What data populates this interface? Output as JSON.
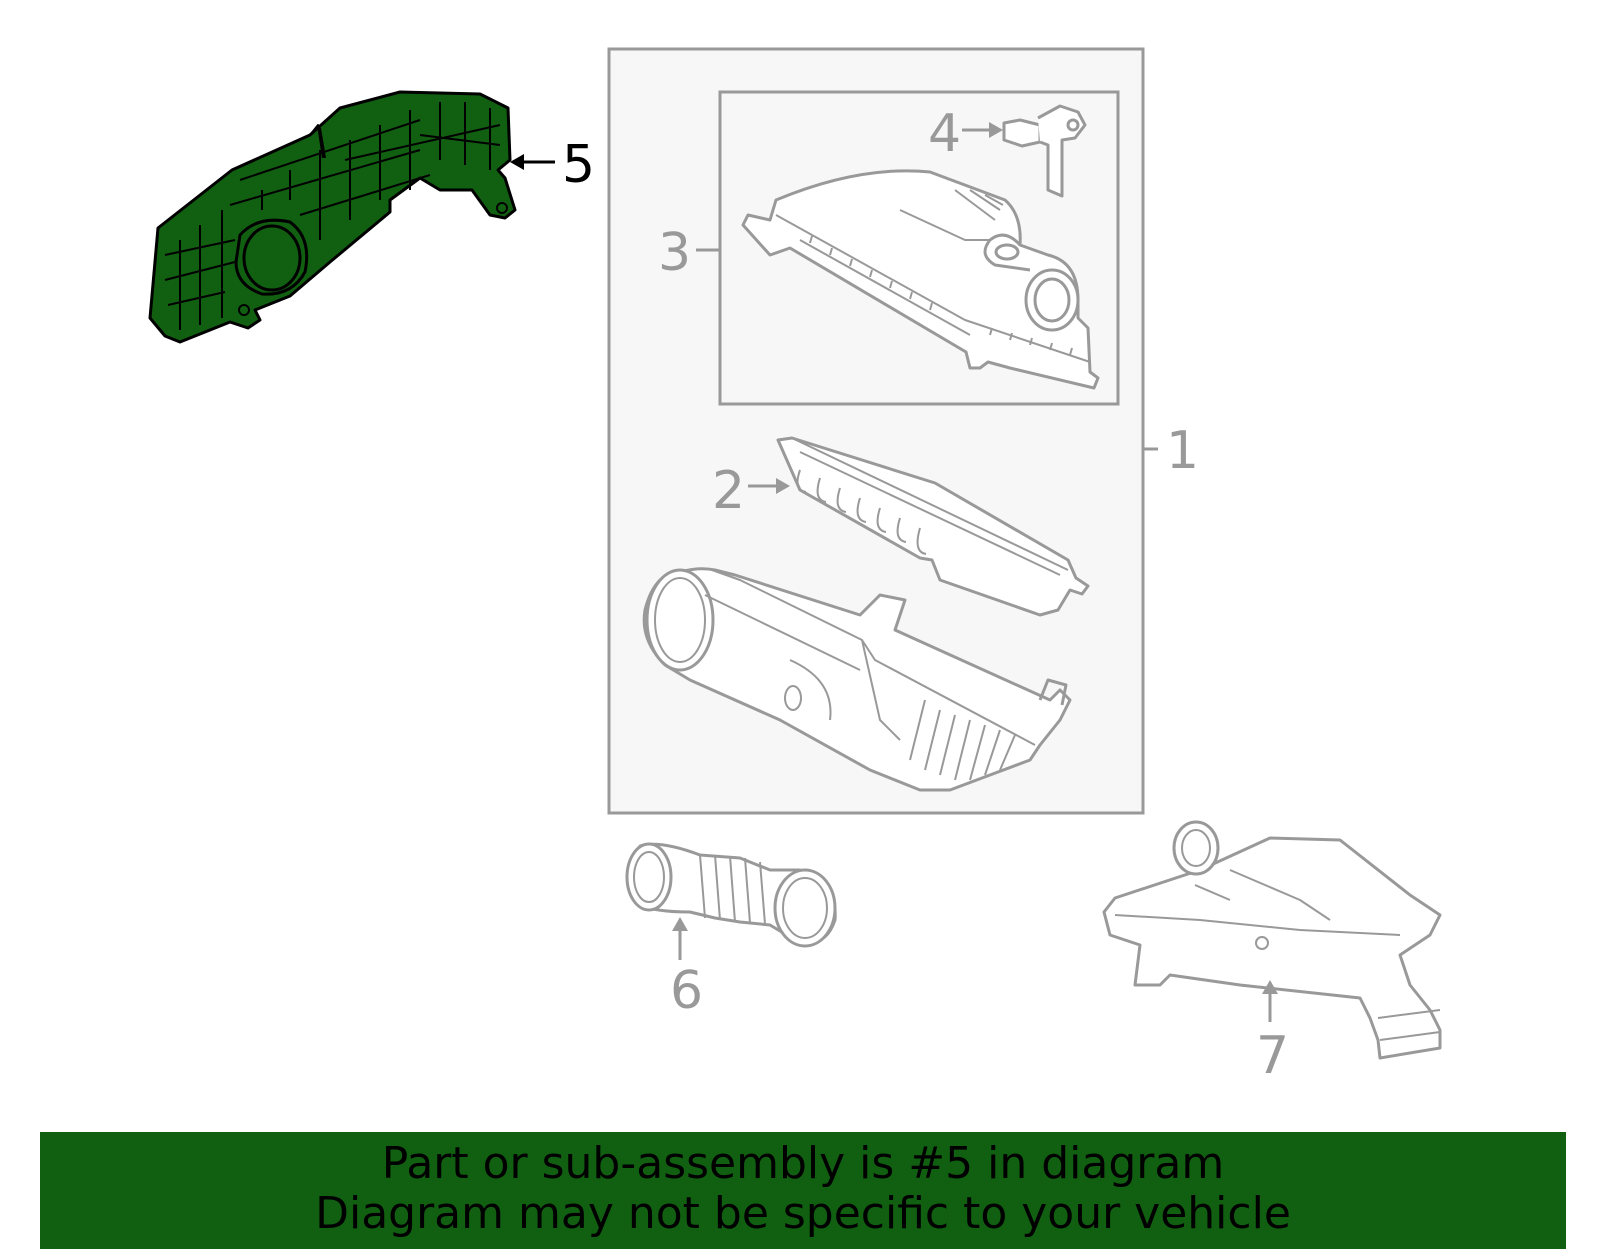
{
  "callouts": {
    "c1": "1",
    "c2": "2",
    "c3": "3",
    "c4": "4",
    "c5": "5",
    "c6": "6",
    "c7": "7"
  },
  "highlighted_part": "5",
  "colors": {
    "highlight": "#116011",
    "line_gray": "#999999",
    "box_fill": "#f7f7f7"
  },
  "footer": {
    "line1": "Part or sub-assembly is #5 in diagram",
    "line2": "Diagram may not be specific to your vehicle"
  }
}
